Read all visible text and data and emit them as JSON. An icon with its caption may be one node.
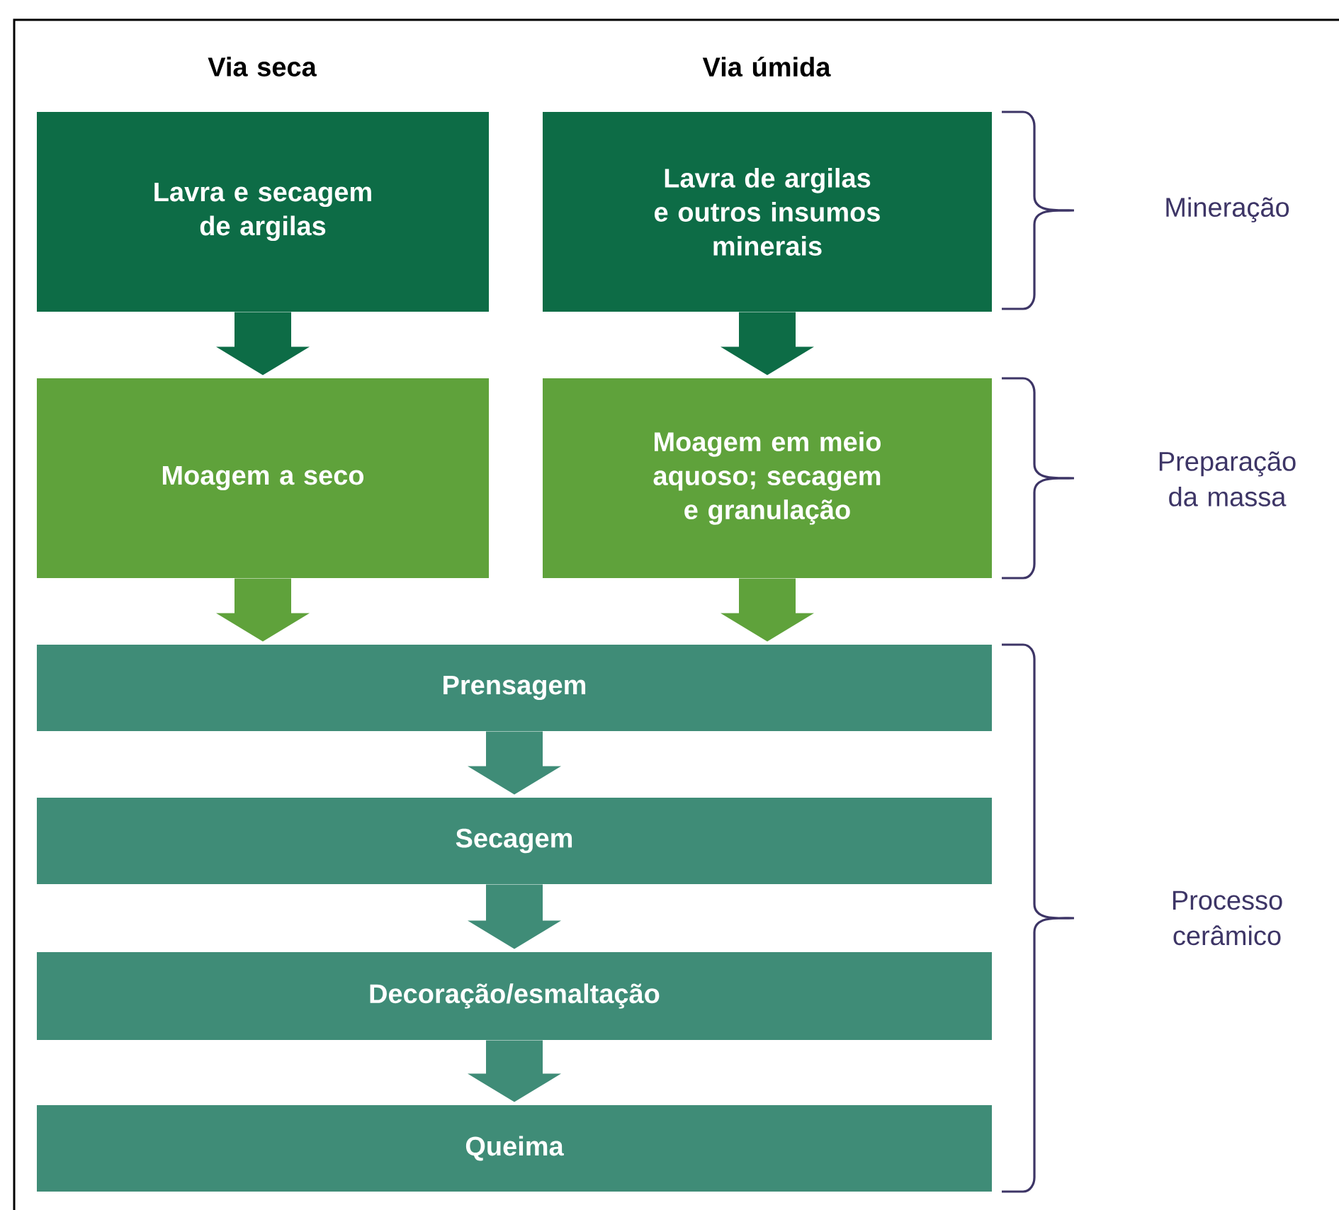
{
  "diagram": {
    "nodes": [
      {
        "text": [
          "Lavra e secagem de argilas"
        ]
      },
      {
        "text": [
          "Lavra de argilas e outros insumos minerais"
        ]
      },
      {
        "text": [
          "Moagem a seco"
        ]
      },
      {
        "text": [
          "Moagem em meio aquoso; secagem e granulação"
        ]
      },
      {
        "text": [
          "Prensagem"
        ]
      },
      {
        "text": [
          "Secagem"
        ]
      },
      {
        "text": [
          "Decoração/esmaltação"
        ]
      },
      {
        "text": [
          "Queima"
        ]
      }
    ],
    "edges": [
      {
        "from": 0,
        "to": 2,
        "arrow": "to",
        "color": "#0d6c46"
      },
      {
        "from": 1,
        "to": 3,
        "arrow": "to",
        "color": "#0d6c46"
      },
      {
        "from": 2,
        "to": 4,
        "arrow": "to",
        "color": "#5fa23b"
      },
      {
        "from": 3,
        "to": 4,
        "arrow": "to",
        "color": "#5fa23b"
      },
      {
        "from": 4,
        "to": 5,
        "arrow": "to"
      },
      {
        "from": 5,
        "to": 6,
        "arrow": "to"
      },
      {
        "from": 6,
        "to": 7,
        "arrow": "to"
      }
    ],
    "labels": [
      "Via seca",
      "Via úmida",
      "Mineração",
      "Preparação da massa",
      "Processo cerâmico"
    ]
  }
}
